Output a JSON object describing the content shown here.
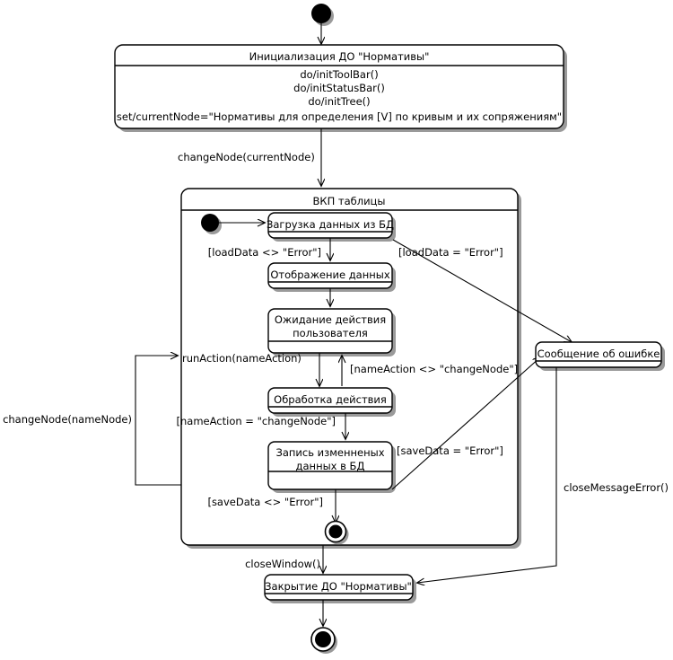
{
  "diagram": {
    "type": "uml-state-machine",
    "title": "",
    "language": "ru",
    "colors": {
      "stroke": "#000000",
      "fill": "#ffffff",
      "shadow": "#9a9a9a"
    }
  },
  "nodes": {
    "start": {
      "kind": "initial-state",
      "label": ""
    },
    "init_state": {
      "kind": "state",
      "title": "Инициализация ДО \"Нормативы\"",
      "body": [
        "do/initToolBar()",
        "do/initStatusBar()",
        "do/initTree()",
        "set/currentNode=\"Нормативы для определения [V] по кривым и их сопряжениям\""
      ]
    },
    "composite": {
      "kind": "composite-state",
      "title": "ВКП таблицы"
    },
    "inner_start": {
      "kind": "initial-state",
      "label": ""
    },
    "load_data": {
      "kind": "state",
      "title": "Загрузка данных из БД"
    },
    "show_data": {
      "kind": "state",
      "title": "Отображение данных"
    },
    "wait_action": {
      "kind": "state",
      "title": "Ожидание действия\nпользователя",
      "title_lines": [
        "Ожидание действия",
        "пользователя"
      ]
    },
    "process_action": {
      "kind": "state",
      "title": "Обработка действия"
    },
    "save_data": {
      "kind": "state",
      "title": "Запись изменённых\nданных в БД",
      "title_lines": [
        "Запись изменненых",
        "данных в БД"
      ]
    },
    "inner_final": {
      "kind": "final-state",
      "label": ""
    },
    "error_message": {
      "kind": "state",
      "title": "Сообщение об ошибке"
    },
    "close_state": {
      "kind": "state",
      "title": "Закрытие ДО \"Нормативы\""
    },
    "final": {
      "kind": "final-state",
      "label": ""
    }
  },
  "transitions": [
    {
      "id": "t1",
      "from": "start",
      "to": "init_state",
      "label": ""
    },
    {
      "id": "t2",
      "from": "init_state",
      "to": "composite",
      "label": "changeNode(currentNode)"
    },
    {
      "id": "t3",
      "from": "inner_start",
      "to": "load_data",
      "label": ""
    },
    {
      "id": "t4",
      "from": "load_data",
      "to": "show_data",
      "label": "[loadData <> \"Error\"]"
    },
    {
      "id": "t5",
      "from": "load_data",
      "to": "error_message",
      "label": "[loadData = \"Error\"]"
    },
    {
      "id": "t6",
      "from": "show_data",
      "to": "wait_action",
      "label": ""
    },
    {
      "id": "t7",
      "from": "wait_action",
      "to": "process_action",
      "label": ""
    },
    {
      "id": "t8",
      "from": "process_action",
      "to": "wait_action",
      "label": "[nameAction <> \"changeNode\"]"
    },
    {
      "id": "t9",
      "from": "process_action",
      "to": "save_data",
      "label": "[nameAction = \"changeNode\"]"
    },
    {
      "id": "t10",
      "from": "save_data",
      "to": "error_message",
      "label": "[saveData = \"Error\"]"
    },
    {
      "id": "t11",
      "from": "save_data",
      "to": "inner_final",
      "label": "[saveData <> \"Error\"]"
    },
    {
      "id": "t12",
      "from": "composite",
      "to": "composite",
      "label": "changeNode(nameNode)"
    },
    {
      "id": "t13",
      "from": "composite",
      "to": "wait_action",
      "label": "runAction(nameAction)"
    },
    {
      "id": "t14",
      "from": "inner_final",
      "to": "close_state",
      "label": "closeWindow()"
    },
    {
      "id": "t15",
      "from": "error_message",
      "to": "close_state",
      "label": "closeMessageError()"
    },
    {
      "id": "t16",
      "from": "close_state",
      "to": "final",
      "label": ""
    }
  ],
  "labels": {
    "change_node_current": "changeNode(currentNode)",
    "load_ok": "[loadData <> \"Error\"]",
    "load_err": "[loadData = \"Error\"]",
    "name_action_ne": "[nameAction <> \"changeNode\"]",
    "name_action_eq": "[nameAction = \"changeNode\"]",
    "save_err": "[saveData = \"Error\"]",
    "save_ok": "[saveData <> \"Error\"]",
    "change_node_name": "changeNode(nameNode)",
    "run_action": "runAction(nameAction)",
    "close_window": "closeWindow()",
    "close_message_error": "closeMessageError()"
  },
  "states": {
    "init_title": "Инициализация ДО \"Нормативы\"",
    "init_line1": "do/initToolBar()",
    "init_line2": "do/initStatusBar()",
    "init_line3": "do/initTree()",
    "init_line4": "set/currentNode=\"Нормативы для определения [V] по кривым и их сопряжениям\"",
    "composite_title": "ВКП таблицы",
    "load_data": "Загрузка данных из БД",
    "show_data": "Отображение данных",
    "wait_action_l1": "Ожидание действия",
    "wait_action_l2": "пользователя",
    "process_action": "Обработка действия",
    "save_data_l1": "Запись изменненых",
    "save_data_l2": "данных в БД",
    "error_message": "Сообщение об ошибке",
    "close_state": "Закрытие ДО \"Нормативы\""
  }
}
